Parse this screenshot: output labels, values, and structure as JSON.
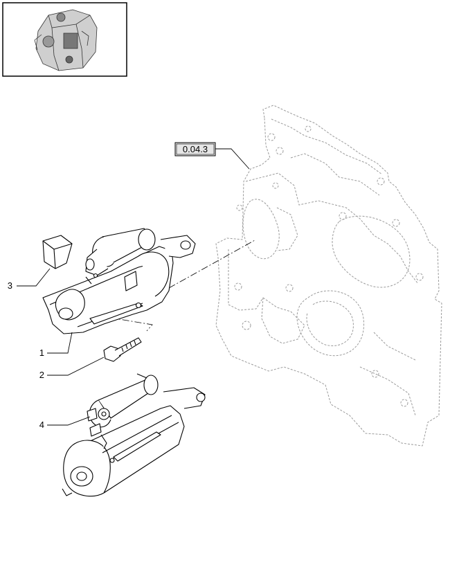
{
  "thumbnail": {
    "icon": "engine-thumbnail-icon"
  },
  "reference_tag": {
    "text": "0.04.3"
  },
  "callouts": [
    {
      "number": "1",
      "part": "starter-motor"
    },
    {
      "number": "2",
      "part": "bolt"
    },
    {
      "number": "3",
      "part": "cover"
    },
    {
      "number": "4",
      "part": "starter-motor-alt"
    }
  ],
  "colors": {
    "line": "#000000",
    "dashed": "#9a9a9a",
    "tag_fill": "#e6e6e6"
  }
}
